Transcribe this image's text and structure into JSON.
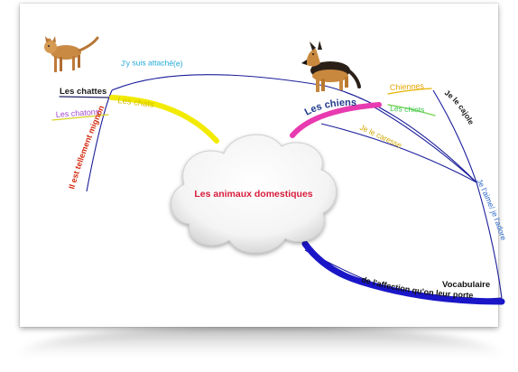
{
  "central_topic": "Les animaux domestiques",
  "branches": {
    "cats": {
      "label": "Les chats",
      "children": [
        "Les chattes",
        "Les chatons",
        "Il est tellement mignon"
      ]
    },
    "dogs": {
      "label": "Les chiens",
      "children": [
        "Chiennes",
        "Les chiots",
        "Je le caresse"
      ]
    },
    "vocab": {
      "label": "Vocabulaire",
      "children": [
        "de l'affection qu'on leur porte"
      ]
    }
  },
  "links": {
    "attached": "J'y suis attaché(e)",
    "cuddle": "Je le cajole",
    "love": "Je l'aime/ je l'adore"
  },
  "colors": {
    "cats_branch": "#f2ea00",
    "dogs_branch": "#e83ab0",
    "vocab_branch": "#1a16c8",
    "connector": "#1c1e9a",
    "central_text": "#d81c3c"
  },
  "icons": [
    "cat-illustration",
    "dog-illustration"
  ]
}
